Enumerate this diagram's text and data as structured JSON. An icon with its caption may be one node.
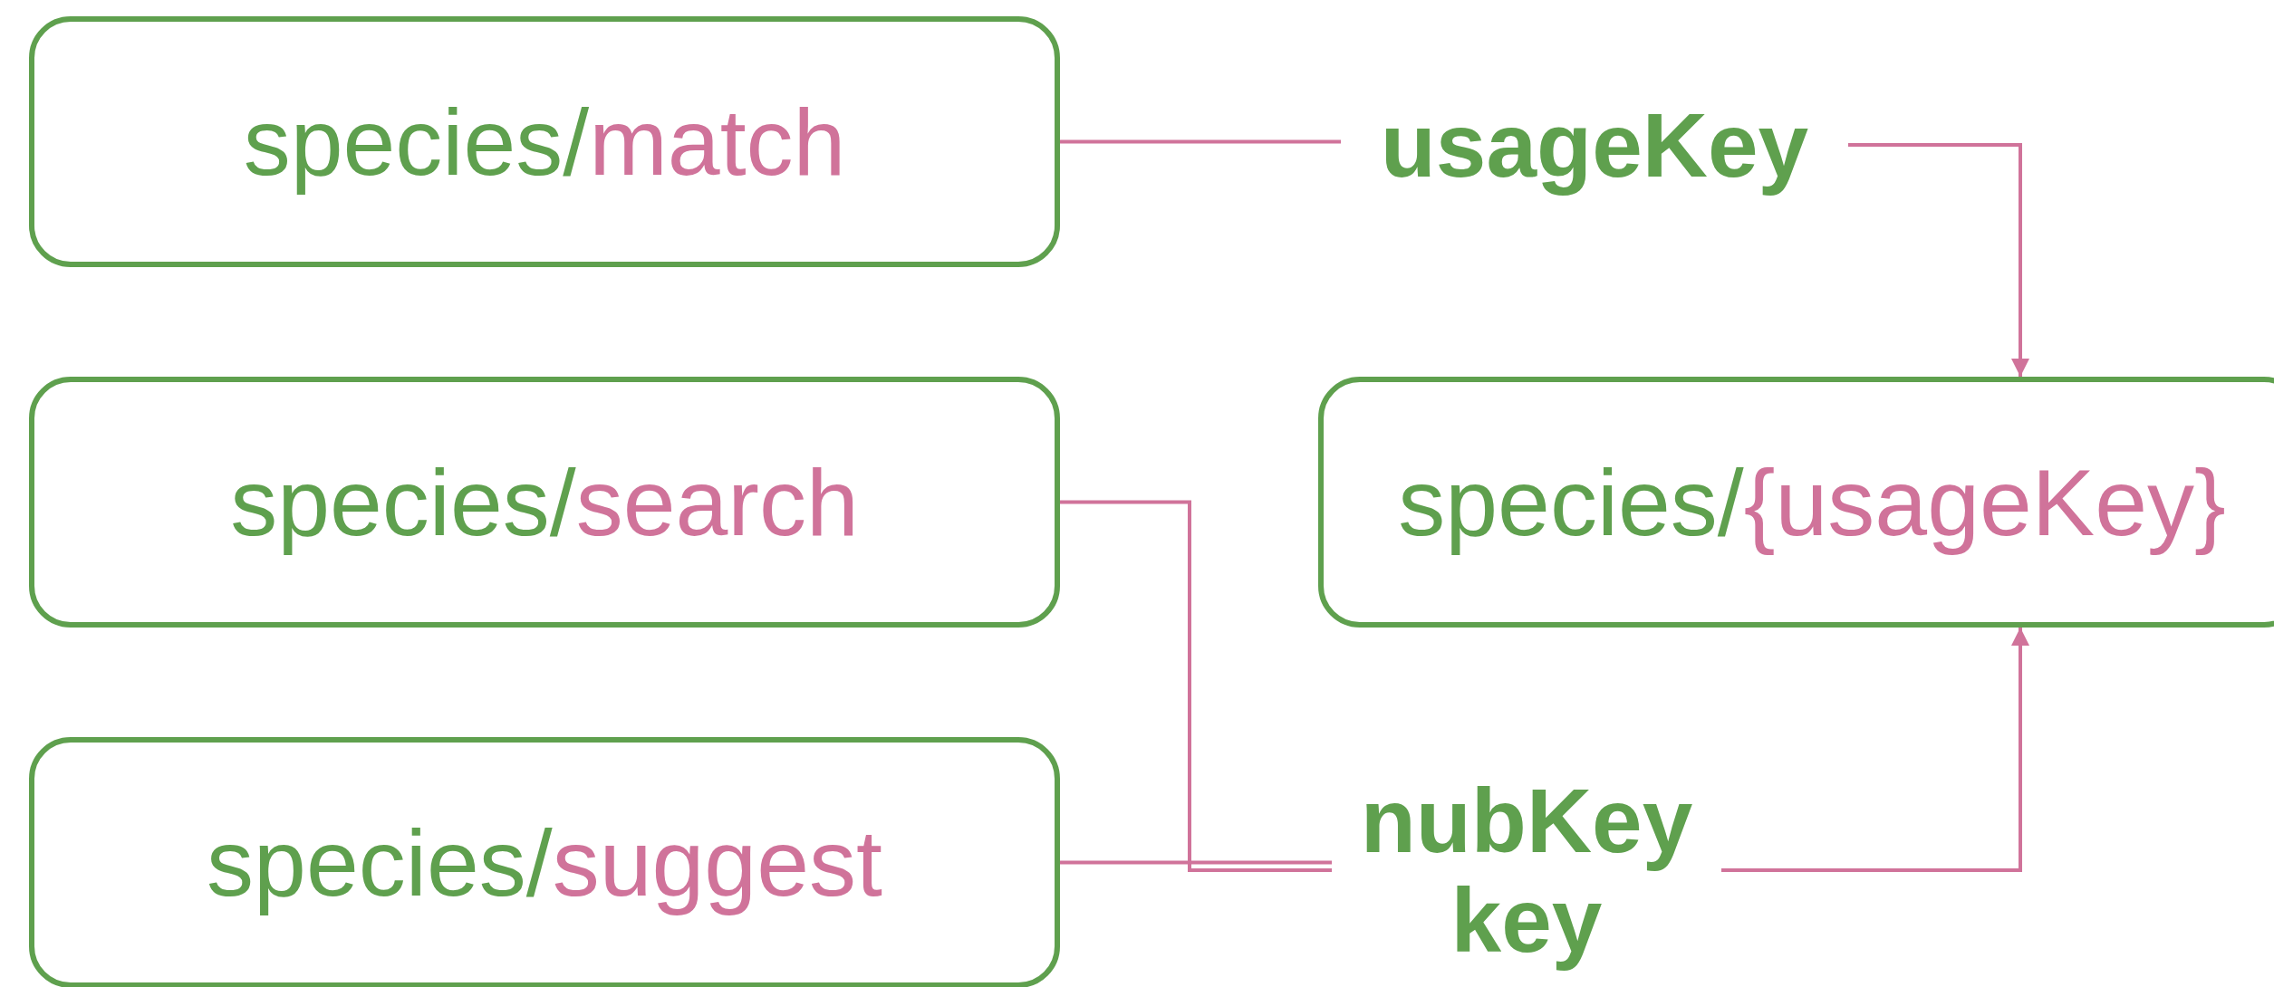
{
  "diagram": {
    "nodes": [
      {
        "text": [
          "species/match"
        ]
      },
      {
        "text": [
          "species/search"
        ]
      },
      {
        "text": [
          "species/suggest"
        ]
      },
      {
        "text": [
          "usageKey"
        ]
      },
      {
        "text": [
          "nubKey",
          "key"
        ]
      },
      {
        "text": [
          "species/{usageKey}"
        ]
      }
    ],
    "edges": [
      {
        "from": 0,
        "to": 3,
        "arrow": "none"
      },
      {
        "from": 3,
        "to": 5,
        "arrow": "to"
      },
      {
        "from": 1,
        "to": 4,
        "arrow": "none"
      },
      {
        "from": 2,
        "to": 4,
        "arrow": "none"
      },
      {
        "from": 4,
        "to": 5,
        "arrow": "to"
      }
    ]
  }
}
